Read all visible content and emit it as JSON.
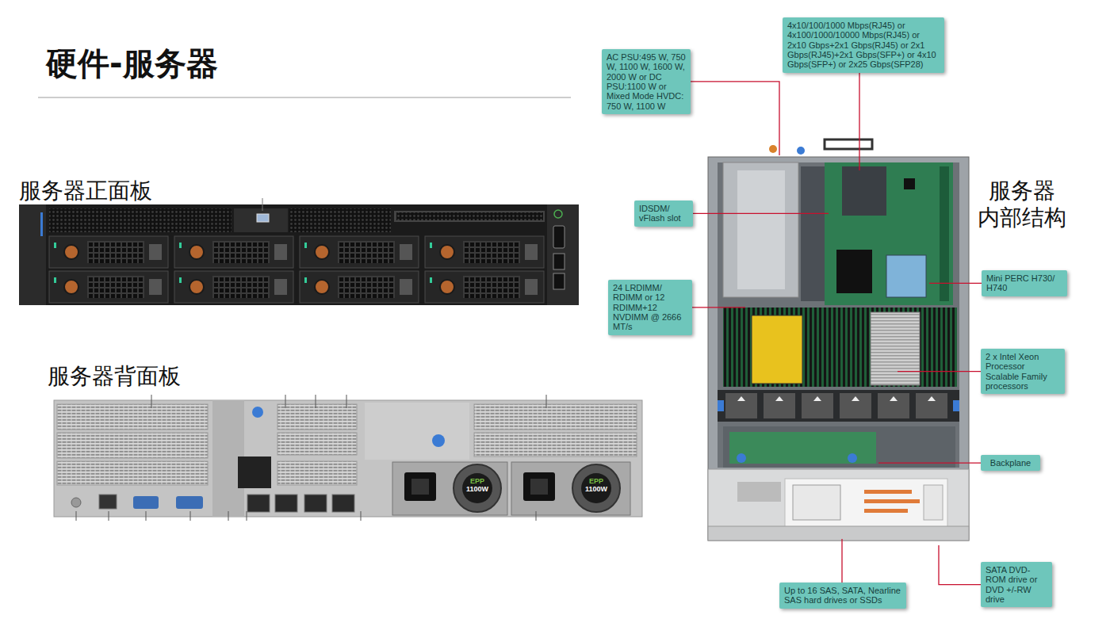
{
  "diagram": {
    "title": "硬件-服务器",
    "nodes": [
      {
        "text": [
          "AC PSU:495 W, 750 W, 1100 W, 1600 W, 2000 W or DC PSU:1100 W or Mixed Mode HVDC: 750 W, 1100 W"
        ]
      },
      {
        "text": [
          "4x10/100/1000 Mbps(RJ45) or 4x100/1000/10000 Mbps(RJ45) or 2x10 Gbps+2x1 Gbps(RJ45) or 2x1 Gbps(RJ45)+2x1 Gbps(SFP+) or 4x10 Gbps(SFP+) or 2x25 Gbps(SFP28)"
        ]
      },
      {
        "text": [
          "IDSDM/ vFlash slot"
        ]
      },
      {
        "text": [
          "24 LRDIMM/ RDIMM or 12 RDIMM+12 NVDIMM @ 2666 MT/s"
        ]
      },
      {
        "text": [
          "Mini PERC H730/ H740"
        ]
      },
      {
        "text": [
          "2 x Intel Xeon Processor Scalable Family processors"
        ]
      },
      {
        "text": [
          "Backplane"
        ]
      },
      {
        "text": [
          "Up to 16 SAS, SATA, Nearline SAS hard drives or SSDs"
        ]
      },
      {
        "text": [
          "SATA DVD-ROM drive or DVD +/-RW drive"
        ]
      }
    ],
    "labels": [
      "服务器正面板",
      "服务器背面板",
      "服务器 内部结构",
      "EPP",
      "1100W",
      "EPP",
      "1100W"
    ]
  }
}
